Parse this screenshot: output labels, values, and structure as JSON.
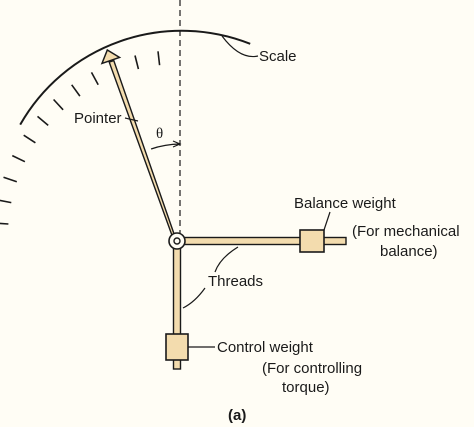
{
  "labels": {
    "scale": "Scale",
    "pointer": "Pointer",
    "theta": "θ",
    "balance_weight": "Balance weight",
    "balance_note_line1": "(For mechanical",
    "balance_note_line2": "balance)",
    "threads": "Threads",
    "control_weight": "Control weight",
    "control_note_line1": "(For controlling",
    "control_note_line2": "torque)",
    "caption": "(a)"
  },
  "colors": {
    "pointer_fill": "#f3dcae",
    "weight_fill": "#f3dcae",
    "ink": "#1a1a1a"
  }
}
